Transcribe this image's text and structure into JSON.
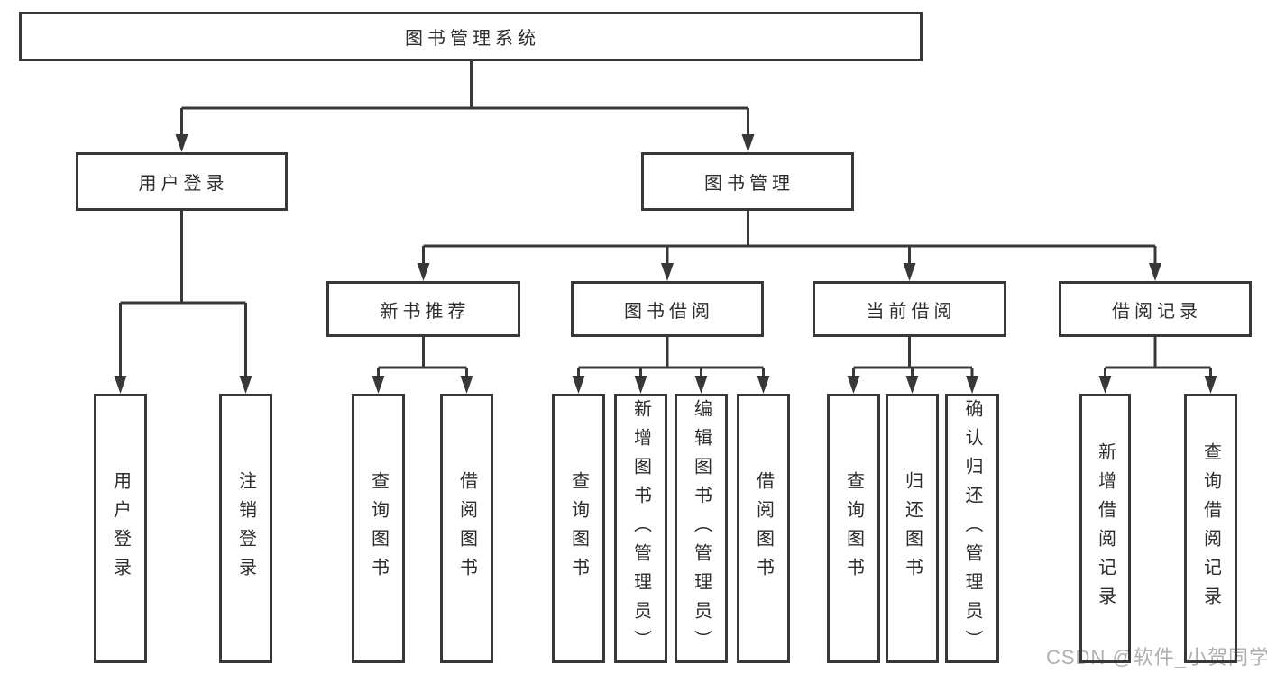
{
  "tree": {
    "label": "图书管理系统",
    "children": [
      {
        "label": "用户登录",
        "children": [
          {
            "label": "用户登录"
          },
          {
            "label": "注销登录"
          }
        ]
      },
      {
        "label": "图书管理",
        "children": [
          {
            "label": "新书推荐",
            "children": [
              {
                "label": "查询图书"
              },
              {
                "label": "借阅图书"
              }
            ]
          },
          {
            "label": "图书借阅",
            "children": [
              {
                "label": "查询图书"
              },
              {
                "label": "新增图书（管理员）"
              },
              {
                "label": "编辑图书（管理员）"
              },
              {
                "label": "借阅图书"
              }
            ]
          },
          {
            "label": "当前借阅",
            "children": [
              {
                "label": "查询图书"
              },
              {
                "label": "归还图书"
              },
              {
                "label": "确认归还（管理员）"
              }
            ]
          },
          {
            "label": "借阅记录",
            "children": [
              {
                "label": "新增借阅记录"
              },
              {
                "label": "查询借阅记录"
              }
            ]
          }
        ]
      }
    ]
  },
  "watermark": {
    "text": "CSDN @软件_小贺同学"
  },
  "colors": {
    "line": "#383838",
    "box_border": "#383838",
    "box_fill": "#ffffff",
    "text": "#2d2d2d",
    "watermark": "#b0b0b0",
    "background": "#ffffff"
  }
}
